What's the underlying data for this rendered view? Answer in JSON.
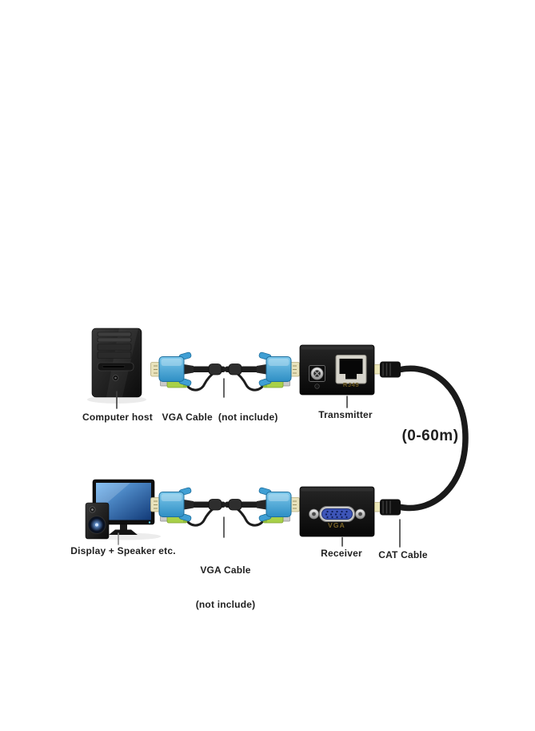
{
  "diagram": {
    "top_row": {
      "computer_label": "Computer host",
      "vga_cable_label": "VGA Cable  (not include)",
      "transmitter_label": "Transmitter",
      "transmitter_port_label": "RJ45"
    },
    "link": {
      "distance_label": "(0-60m)",
      "cat_cable_label": "CAT Cable"
    },
    "bottom_row": {
      "display_label": "Display + Speaker etc.",
      "vga_cable_label_line1": "VGA Cable",
      "vga_cable_label_line2": "(not include)",
      "receiver_label": "Receiver",
      "receiver_port_label": "VGA"
    }
  },
  "colors": {
    "background": "#ffffff",
    "label_text": "#1f1f1f",
    "vga_connector_blue": "#3fa3d8",
    "dsub_shell_beige": "#e8e2bc",
    "audio_jack_green": "#a8d048",
    "cable_black": "#1d1d1d",
    "device_box_black": "#101010",
    "port_label_gold": "#6e5a20",
    "vga_port_blue": "#3d55b8",
    "rj45_frame_silver": "#d6d4cb"
  }
}
